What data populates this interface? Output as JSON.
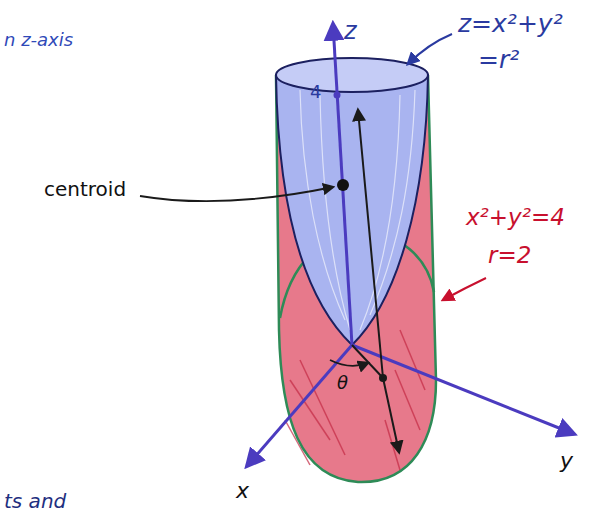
{
  "diagram": {
    "labels": [
      "n z-axis",
      "z",
      "4",
      "z=x²+y²",
      "=r²",
      "centroid",
      "x²+y²=4",
      "r=2",
      "θ",
      "x",
      "y",
      "ts and"
    ]
  }
}
